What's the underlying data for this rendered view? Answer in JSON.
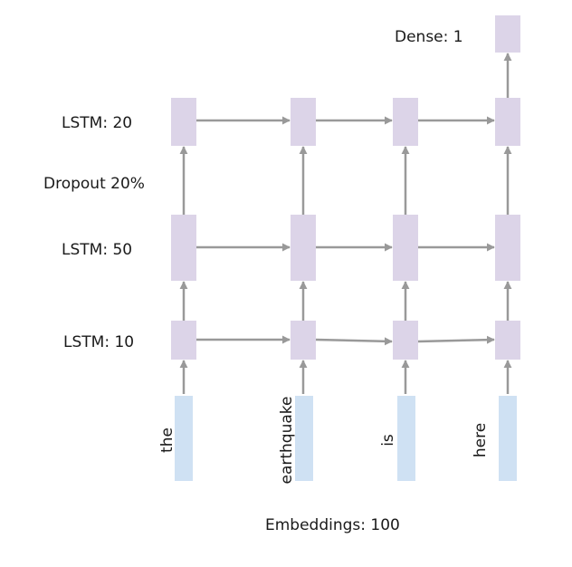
{
  "labels": {
    "dense": "Dense: 1",
    "lstm20": "LSTM: 20",
    "dropout": "Dropout 20%",
    "lstm50": "LSTM: 50",
    "lstm10": "LSTM: 10",
    "embeddings": "Embeddings: 100"
  },
  "words": [
    "the",
    "earthquake",
    "is",
    "here"
  ],
  "colors": {
    "lstm_block": "#dcd4e8",
    "embedding_block": "#cfe1f3",
    "arrow": "#999999",
    "text": "#1a1a1a"
  }
}
